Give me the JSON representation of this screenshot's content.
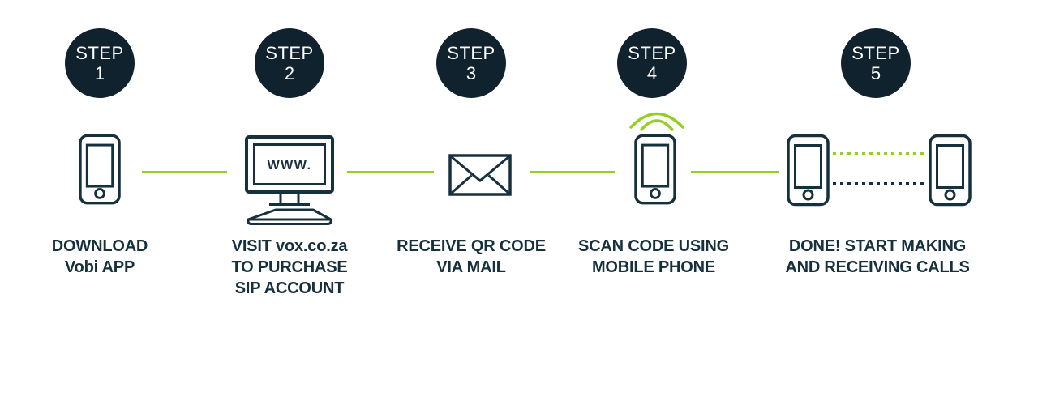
{
  "colors": {
    "background": "#ffffff",
    "dark_navy": "#17303d",
    "badge_fill": "#10222e",
    "badge_text": "#ffffff",
    "accent_green": "#93d021"
  },
  "steps": [
    {
      "badge_label": "STEP",
      "badge_number": "1",
      "icon": "smartphone-icon",
      "label_lines": [
        "DOWNLOAD",
        "Vobi APP"
      ]
    },
    {
      "badge_label": "STEP",
      "badge_number": "2",
      "icon": "desktop-computer-icon",
      "icon_text": "WWW.",
      "label_lines": [
        "VISIT vox.co.za",
        "TO PURCHASE",
        "SIP ACCOUNT"
      ]
    },
    {
      "badge_label": "STEP",
      "badge_number": "3",
      "icon": "envelope-icon",
      "label_lines": [
        "RECEIVE QR CODE",
        "VIA MAIL"
      ]
    },
    {
      "badge_label": "STEP",
      "badge_number": "4",
      "icon": "smartphone-with-wireless-signal-icon",
      "label_lines": [
        "SCAN CODE USING",
        "MOBILE PHONE"
      ]
    },
    {
      "badge_label": "STEP",
      "badge_number": "5",
      "icon": "two-smartphones-connected-icon",
      "label_lines": [
        "DONE! START MAKING",
        "AND RECEIVING CALLS"
      ]
    }
  ]
}
